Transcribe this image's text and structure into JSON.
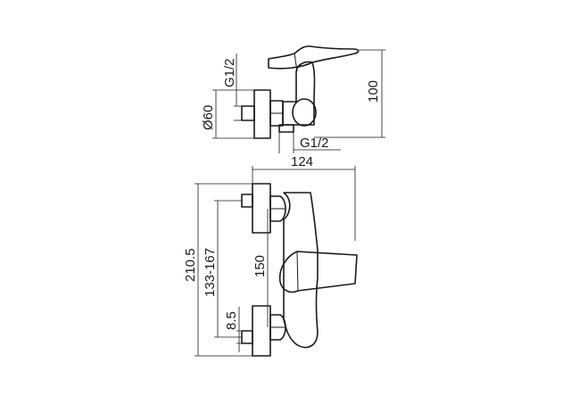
{
  "side_view": {
    "thread_top": "G1/2",
    "diameter": "Ø60",
    "height": "100",
    "thread_bottom": "G1/2"
  },
  "front_view": {
    "width": "124",
    "total_height": "210.5",
    "centers": "133-167",
    "inner_height": "150",
    "offset": "8.5"
  }
}
